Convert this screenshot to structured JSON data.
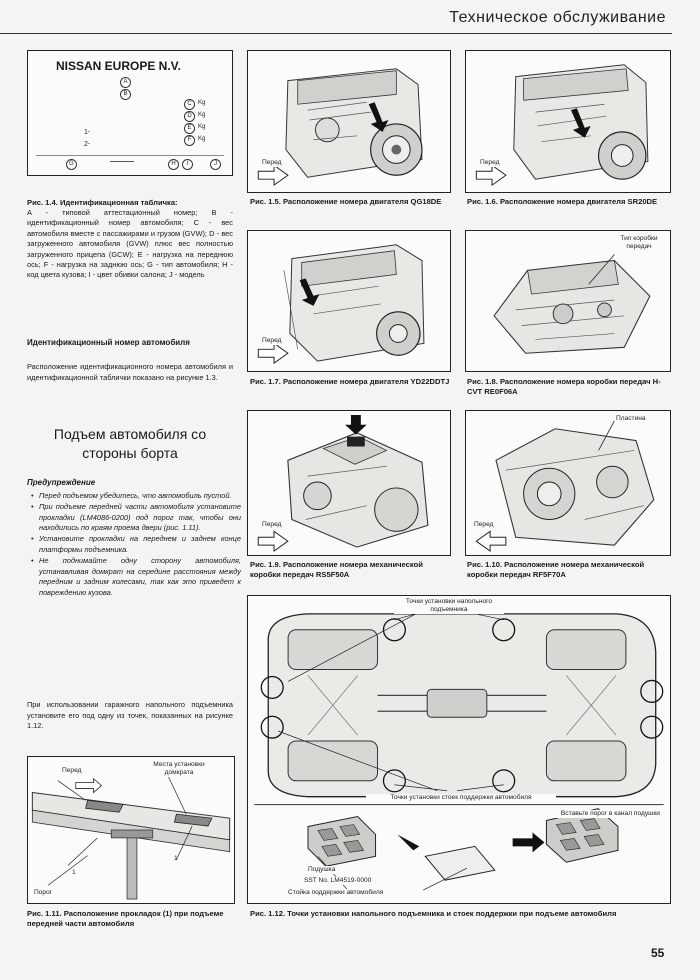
{
  "header": {
    "title": "Техническое обслуживание"
  },
  "fig14": {
    "plate_brand": "NISSAN EUROPE N.V.",
    "letters": [
      "A",
      "B",
      "C",
      "D",
      "E",
      "F",
      "G",
      "H",
      "I",
      "J"
    ],
    "kg": "Kg",
    "row1": "1-",
    "row2": "2-",
    "caption_title": "Рис. 1.4. Идентификационная табличка:",
    "caption_body": "A - типовой аттестационный номер; B - идентификационный номер автомобиля; C - вес автомобиля вместе с пассажирами и грузом (GVW); D - вес загруженного автомобиля (GVW) плюс вес полностью загруженного прицепа (GCW); E - нагрузка на переднюю ось; F - нагрузка на заднюю ось; G - тип автомобиля; H - код цвета кузова; I - цвет обивки салона; J - модель"
  },
  "vin_section": {
    "heading": "Идентификационный номер автомобиля",
    "body": "Расположение идентификационного номера автомобиля и идентификационной таблички показано на рисунке 1.3."
  },
  "lift_section": {
    "heading": "Подъем автомобиля со стороны борта",
    "warning_title": "Предупреждение",
    "bullets": [
      "Перед подъемом убедитесь, что автомобиль пустой.",
      "При подъеме передней части автомобиля установите прокладки (LM4086-0200) под порог так, чтобы они находились по краям проема двери (рис. 1.11).",
      "Установите прокладки на переднем и заднем конце платформы подъемника.",
      "Не поднимайте одну сторону автомобиля, устанавливая домкрат на середине расстояния между передним и задним колесами, так как это приведет к повреждению кузова."
    ],
    "body": "При использовании гаражного напольного подъемника установите его под одну из точек, показанных на рисунке 1.12."
  },
  "fig15": {
    "caption": "Рис. 1.5. Расположение номера двигателя QG18DE",
    "front": "Перед"
  },
  "fig16": {
    "caption": "Рис. 1.6. Расположение номера двигателя SR20DE",
    "front": "Перед"
  },
  "fig17": {
    "caption": "Рис. 1.7. Расположение номера двигателя YD22DDTJ",
    "front": "Перед"
  },
  "fig18": {
    "caption": "Рис. 1.8. Расположение номера коробки передач H-CVT RE0F06A",
    "label": "Тип коробки передач"
  },
  "fig19": {
    "caption": "Рис. 1.9. Расположение номера механической коробки передач RS5F50A",
    "front": "Перед"
  },
  "fig110": {
    "caption": "Рис. 1.10. Расположение номера механической коробки передач RF5F70A",
    "front": "Перед",
    "label": "Пластина"
  },
  "fig111": {
    "caption": "Рис. 1.11. Расположение прокладок (1) при подъеме передней части автомобиля",
    "front": "Перед",
    "label_places": "Места установки домкрата",
    "label_sill": "Порог",
    "num1": "1"
  },
  "fig112": {
    "caption": "Рис. 1.12. Точки установки напольного подъемника и стоек поддержки при подъеме автомобиля",
    "label_top": "Точки установки напольного подъемника",
    "label_bottom": "Точки установки стоек поддержки автомобиля",
    "label_insert": "Вставьте порог в канал подушки",
    "label_pad": "Подушка",
    "label_sst": "SST No. LM4519-0000",
    "label_stand": "Стойка поддержки автомобиля"
  },
  "footer": {
    "page_number": "55"
  }
}
